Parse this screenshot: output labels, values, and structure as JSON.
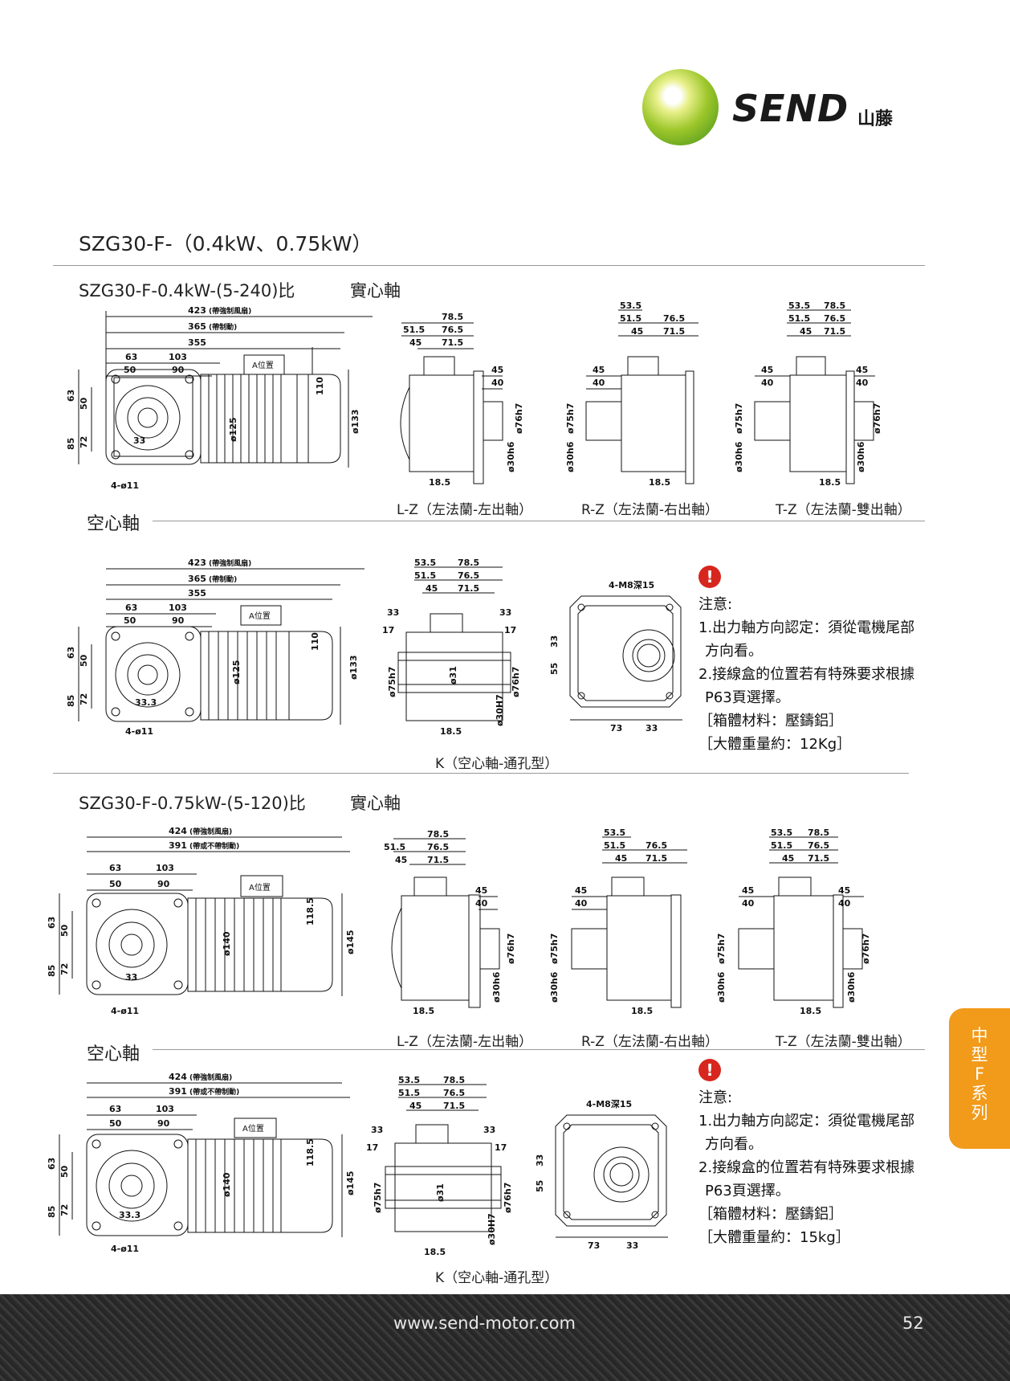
{
  "brand": {
    "name": "SEND",
    "sub": "山藤"
  },
  "title": "SZG30-F-（0.4kW、0.75kW）",
  "sections": [
    {
      "subtitle": "SZG30-F-0.4kW-(5-240)比",
      "solid_label": "實心軸",
      "hollow_label": "空心軸",
      "captions": {
        "lz": "L-Z（左法蘭-左出軸）",
        "rz": "R-Z（左法蘭-右出軸）",
        "tz": "T-Z（左法蘭-雙出軸）",
        "k": "K（空心軸-通孔型）"
      },
      "dims": {
        "overall_fan": "423",
        "overall_fan_note": "(帶强制風扇)",
        "overall_brake": "365",
        "overall_brake_note": "(帶制動)",
        "overall": "355",
        "motor_dia": "ø125",
        "box_height": "110",
        "end_dia": "ø133",
        "mount_holes": "4-ø11",
        "box_position": "A位置"
      },
      "note": {
        "heading": "注意:",
        "line1a": "1.出力軸方向認定：須從電機尾部",
        "line1b": "方向看。",
        "line2a": "2.接線盒的位置若有特殊要求根據",
        "line2b": "P63頁選擇。",
        "material": "［箱體材料：壓鑄鋁］",
        "weight": "［大體重量約：12Kg］"
      }
    },
    {
      "subtitle": "SZG30-F-0.75kW-(5-120)比",
      "solid_label": "實心軸",
      "hollow_label": "空心軸",
      "captions": {
        "lz": "L-Z（左法蘭-左出軸）",
        "rz": "R-Z（左法蘭-右出軸）",
        "tz": "T-Z（左法蘭-雙出軸）",
        "k": "K（空心軸-通孔型）"
      },
      "dims": {
        "overall_fan": "424",
        "overall_fan_note": "(帶强制風扇)",
        "overall_brake": "391",
        "overall_brake_note": "(帶或不帶制動)",
        "motor_dia": "ø140",
        "box_height": "118.5",
        "end_dia": "ø145",
        "mount_holes": "4-ø11",
        "box_position": "A位置"
      },
      "note": {
        "heading": "注意:",
        "line1a": "1.出力軸方向認定：須從電機尾部",
        "line1b": "方向看。",
        "line2a": "2.接線盒的位置若有特殊要求根據",
        "line2b": "P63頁選擇。",
        "material": "［箱體材料：壓鑄鋁］",
        "weight": "［大體重量約：15kg］"
      }
    }
  ],
  "side_tab": {
    "line1": "中",
    "line2": "型",
    "line3": "F",
    "line4": "系",
    "line5": "列"
  },
  "footer": {
    "url": "www.send-motor.com",
    "page": "52"
  }
}
